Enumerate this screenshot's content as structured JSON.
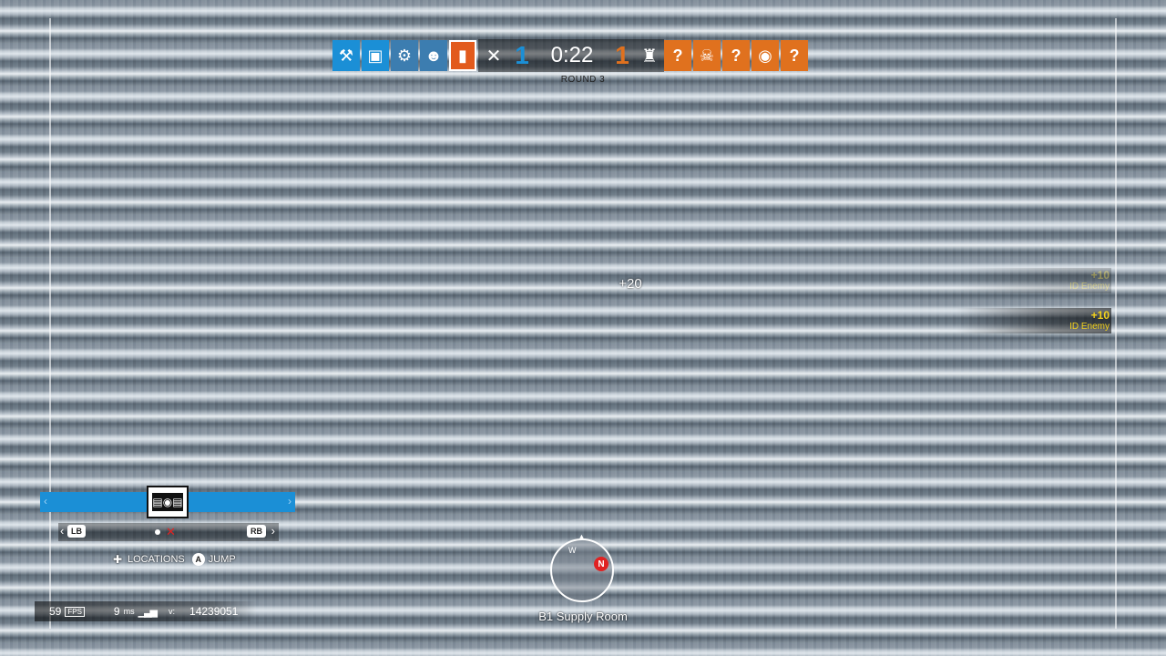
{
  "scoreboard": {
    "blue_team": [
      {
        "icon": "hammer-icon",
        "glyph": "⚒"
      },
      {
        "icon": "camera-drone-icon",
        "glyph": "▣"
      },
      {
        "icon": "gear-icon",
        "glyph": "⚙"
      },
      {
        "icon": "mask-icon",
        "glyph": "☻"
      },
      {
        "icon": "shield-icon",
        "glyph": "▮",
        "selected": true
      }
    ],
    "mode_icon": "crossed-swords-icon",
    "mode_glyph": "✕",
    "blue_score": "1",
    "timer": "0:22",
    "orange_score": "1",
    "defend_icon": "tower-icon",
    "defend_glyph": "♜",
    "orange_team": [
      {
        "label": "?"
      },
      {
        "icon": "skull-icon",
        "glyph": "☠"
      },
      {
        "label": "?"
      },
      {
        "icon": "eye-icon",
        "glyph": "◉"
      },
      {
        "label": "?"
      }
    ],
    "round_label": "ROUND 3"
  },
  "hit_score": "+20",
  "feed": [
    {
      "points": "+10",
      "label": "ID Enemy"
    },
    {
      "points": "+10",
      "label": "ID Enemy"
    }
  ],
  "gadget": {
    "icon": "camera-gadget-icon",
    "glyph": "▤◉▤",
    "left_bumper": "LB",
    "right_bumper": "RB"
  },
  "prompts": {
    "locations": "LOCATIONS",
    "a_button": "A",
    "jump": "JUMP"
  },
  "compass": {
    "north": "N",
    "west": "W",
    "location": "B1 Supply Room"
  },
  "stats": {
    "fps": "59",
    "fps_tag": "FPS",
    "ping": "9",
    "ms": "ms",
    "version_tag": "v:",
    "version": "14239051"
  },
  "colors": {
    "blue_team": "#1b8fd6",
    "orange_team": "#e0711e",
    "feed_yellow": "#f4d21b",
    "north_red": "#e02222"
  }
}
